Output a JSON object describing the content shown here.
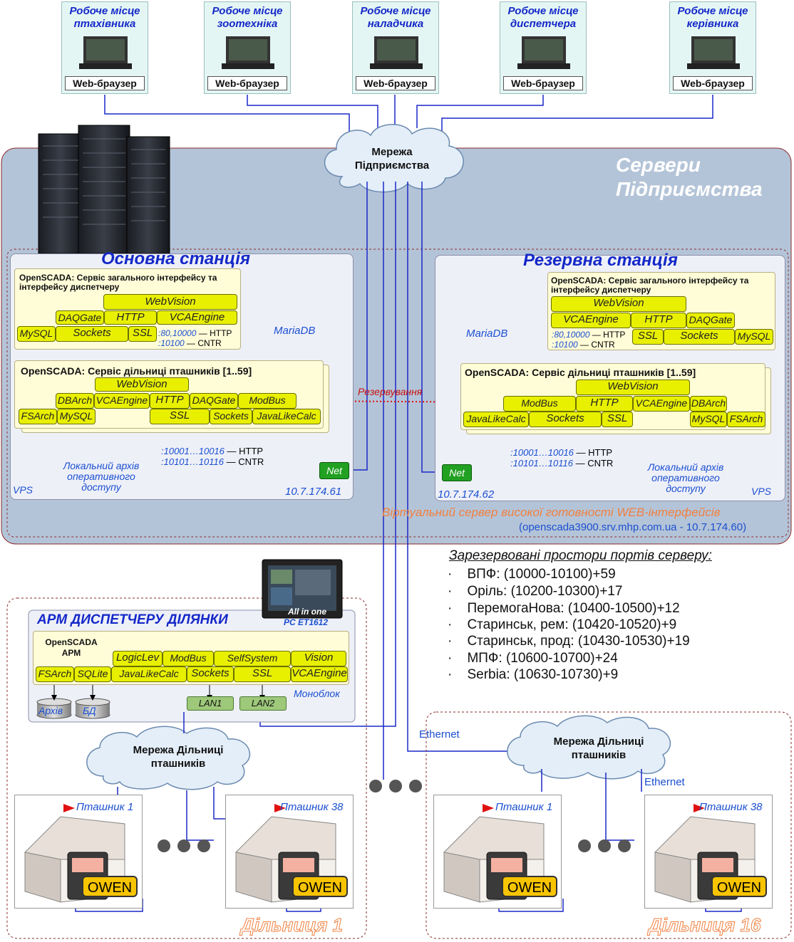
{
  "workstations": [
    {
      "title": "Робоче місце птахівника",
      "browser": "Web-браузер"
    },
    {
      "title": "Робоче місце зоотехніка",
      "browser": "Web-браузер"
    },
    {
      "title": "Робоче місце наладчика",
      "browser": "Web-браузер"
    },
    {
      "title": "Робоче місце диспетчера",
      "browser": "Web-браузер"
    },
    {
      "title": "Робоче місце керівника",
      "browser": "Web-браузер"
    }
  ],
  "enterprise_cloud": "Мережа Підприємства",
  "servers_title_1": "Сервери",
  "servers_title_2": "Підприємства",
  "main_station": {
    "title": "Основна станція",
    "general_service": "OpenSCADA: Сервіс загального інтерфейсу та інтерфейсу диспетчеру",
    "modules_general": [
      "WebVision",
      "DAQGate",
      "HTTP",
      "VCAEngine",
      "MySQL",
      "Sockets",
      "SSL"
    ],
    "ports_http": ":80,10000",
    "ports_http_label": "— HTTP",
    "ports_cntr": ":10100",
    "ports_cntr_label": "— CNTR",
    "db": "MariaDB",
    "farm_service": "OpenSCADA: Сервіс дільниці пташників [1..59]",
    "modules_farm": [
      "WebVision",
      "DBArch",
      "VCAEngine",
      "HTTP",
      "DAQGate",
      "ModBus",
      "FSArch",
      "MySQL",
      "SSL",
      "Sockets",
      "JavaLikeCalc"
    ],
    "farm_ports_http": ":10001…10016",
    "farm_ports_cntr": ":10101…10116",
    "archive": "Локальний архів оперативного доступу",
    "net": "Net",
    "vps": "VPS",
    "ip": "10.7.174.61"
  },
  "backup_station": {
    "title": "Резервна станція",
    "general_service": "OpenSCADA: Сервіс загального інтерфейсу та інтерфейсу диспетчеру",
    "modules_general": [
      "WebVision",
      "VCAEngine",
      "HTTP",
      "DAQGate",
      "SSL",
      "Sockets",
      "MySQL"
    ],
    "ports_http": ":80,10000",
    "ports_http_label": "— HTTP",
    "ports_cntr": ":10100",
    "ports_cntr_label": "— CNTR",
    "db": "MariaDB",
    "farm_service": "OpenSCADA: Сервіс дільниці пташників [1..59]",
    "modules_farm": [
      "WebVision",
      "ModBus",
      "HTTP",
      "VCAEngine",
      "DBArch",
      "JavaLikeCalc",
      "Sockets",
      "SSL",
      "MySQL",
      "FSArch"
    ],
    "farm_ports_http": ":10001…10016",
    "farm_ports_cntr": ":10101…10116",
    "archive": "Локальний архів оперативного доступу",
    "net": "Net",
    "vps": "VPS",
    "ip": "10.7.174.62"
  },
  "redundancy": "Резервування",
  "virtual_server": "Віртуальний сервер високої готовності WEB-інтерфейсів",
  "virtual_server_addr": "(openscada3900.srv.mhp.com.ua - 10.7.174.60)",
  "ports_reserved_title": "Зарезервовані простори портів серверу:",
  "ports_reserved": [
    "ВПФ: (10000-10100)+59",
    "Оріль: (10200-10300)+17",
    "ПеремогаНова: (10400-10500)+12",
    "Старинськ, рем: (10420-10520)+9",
    "Старинськ, прод: (10430-10530)+19",
    "МПФ: (10600-10700)+24",
    "Serbia: (10630-10730)+9"
  ],
  "panel_pc": {
    "line1": "All in one",
    "line2": "PC ET1612"
  },
  "arm": {
    "title": "АРМ ДИСПЕТЧЕРУ ДІЛЯНКИ",
    "service": "OpenSCADA АРМ",
    "modules": [
      "LogicLev",
      "ModBus",
      "SelfSystem",
      "Vision",
      "FSArch",
      "SQLite",
      "JavaLikeCalc",
      "Sockets",
      "SSL",
      "VCAEngine"
    ],
    "archive": "Архів",
    "db": "БД",
    "lan1": "LAN1",
    "lan2": "LAN2",
    "monoblock": "Моноблок"
  },
  "farm_cloud": "Мережа Дільниці пташників",
  "ethernet": "Ethernet",
  "houses": [
    "Пташник 1",
    "Пташник 38"
  ],
  "owen": "OWEN",
  "sector1": "Дільниця 1",
  "sector16": "Дільниця 16",
  "colors": {
    "chip": "#e8f000",
    "panel": "#fffcd8",
    "title_blue": "#1428c8",
    "sector_orange": "#f08040",
    "server_bg": "#b4c4d8"
  }
}
